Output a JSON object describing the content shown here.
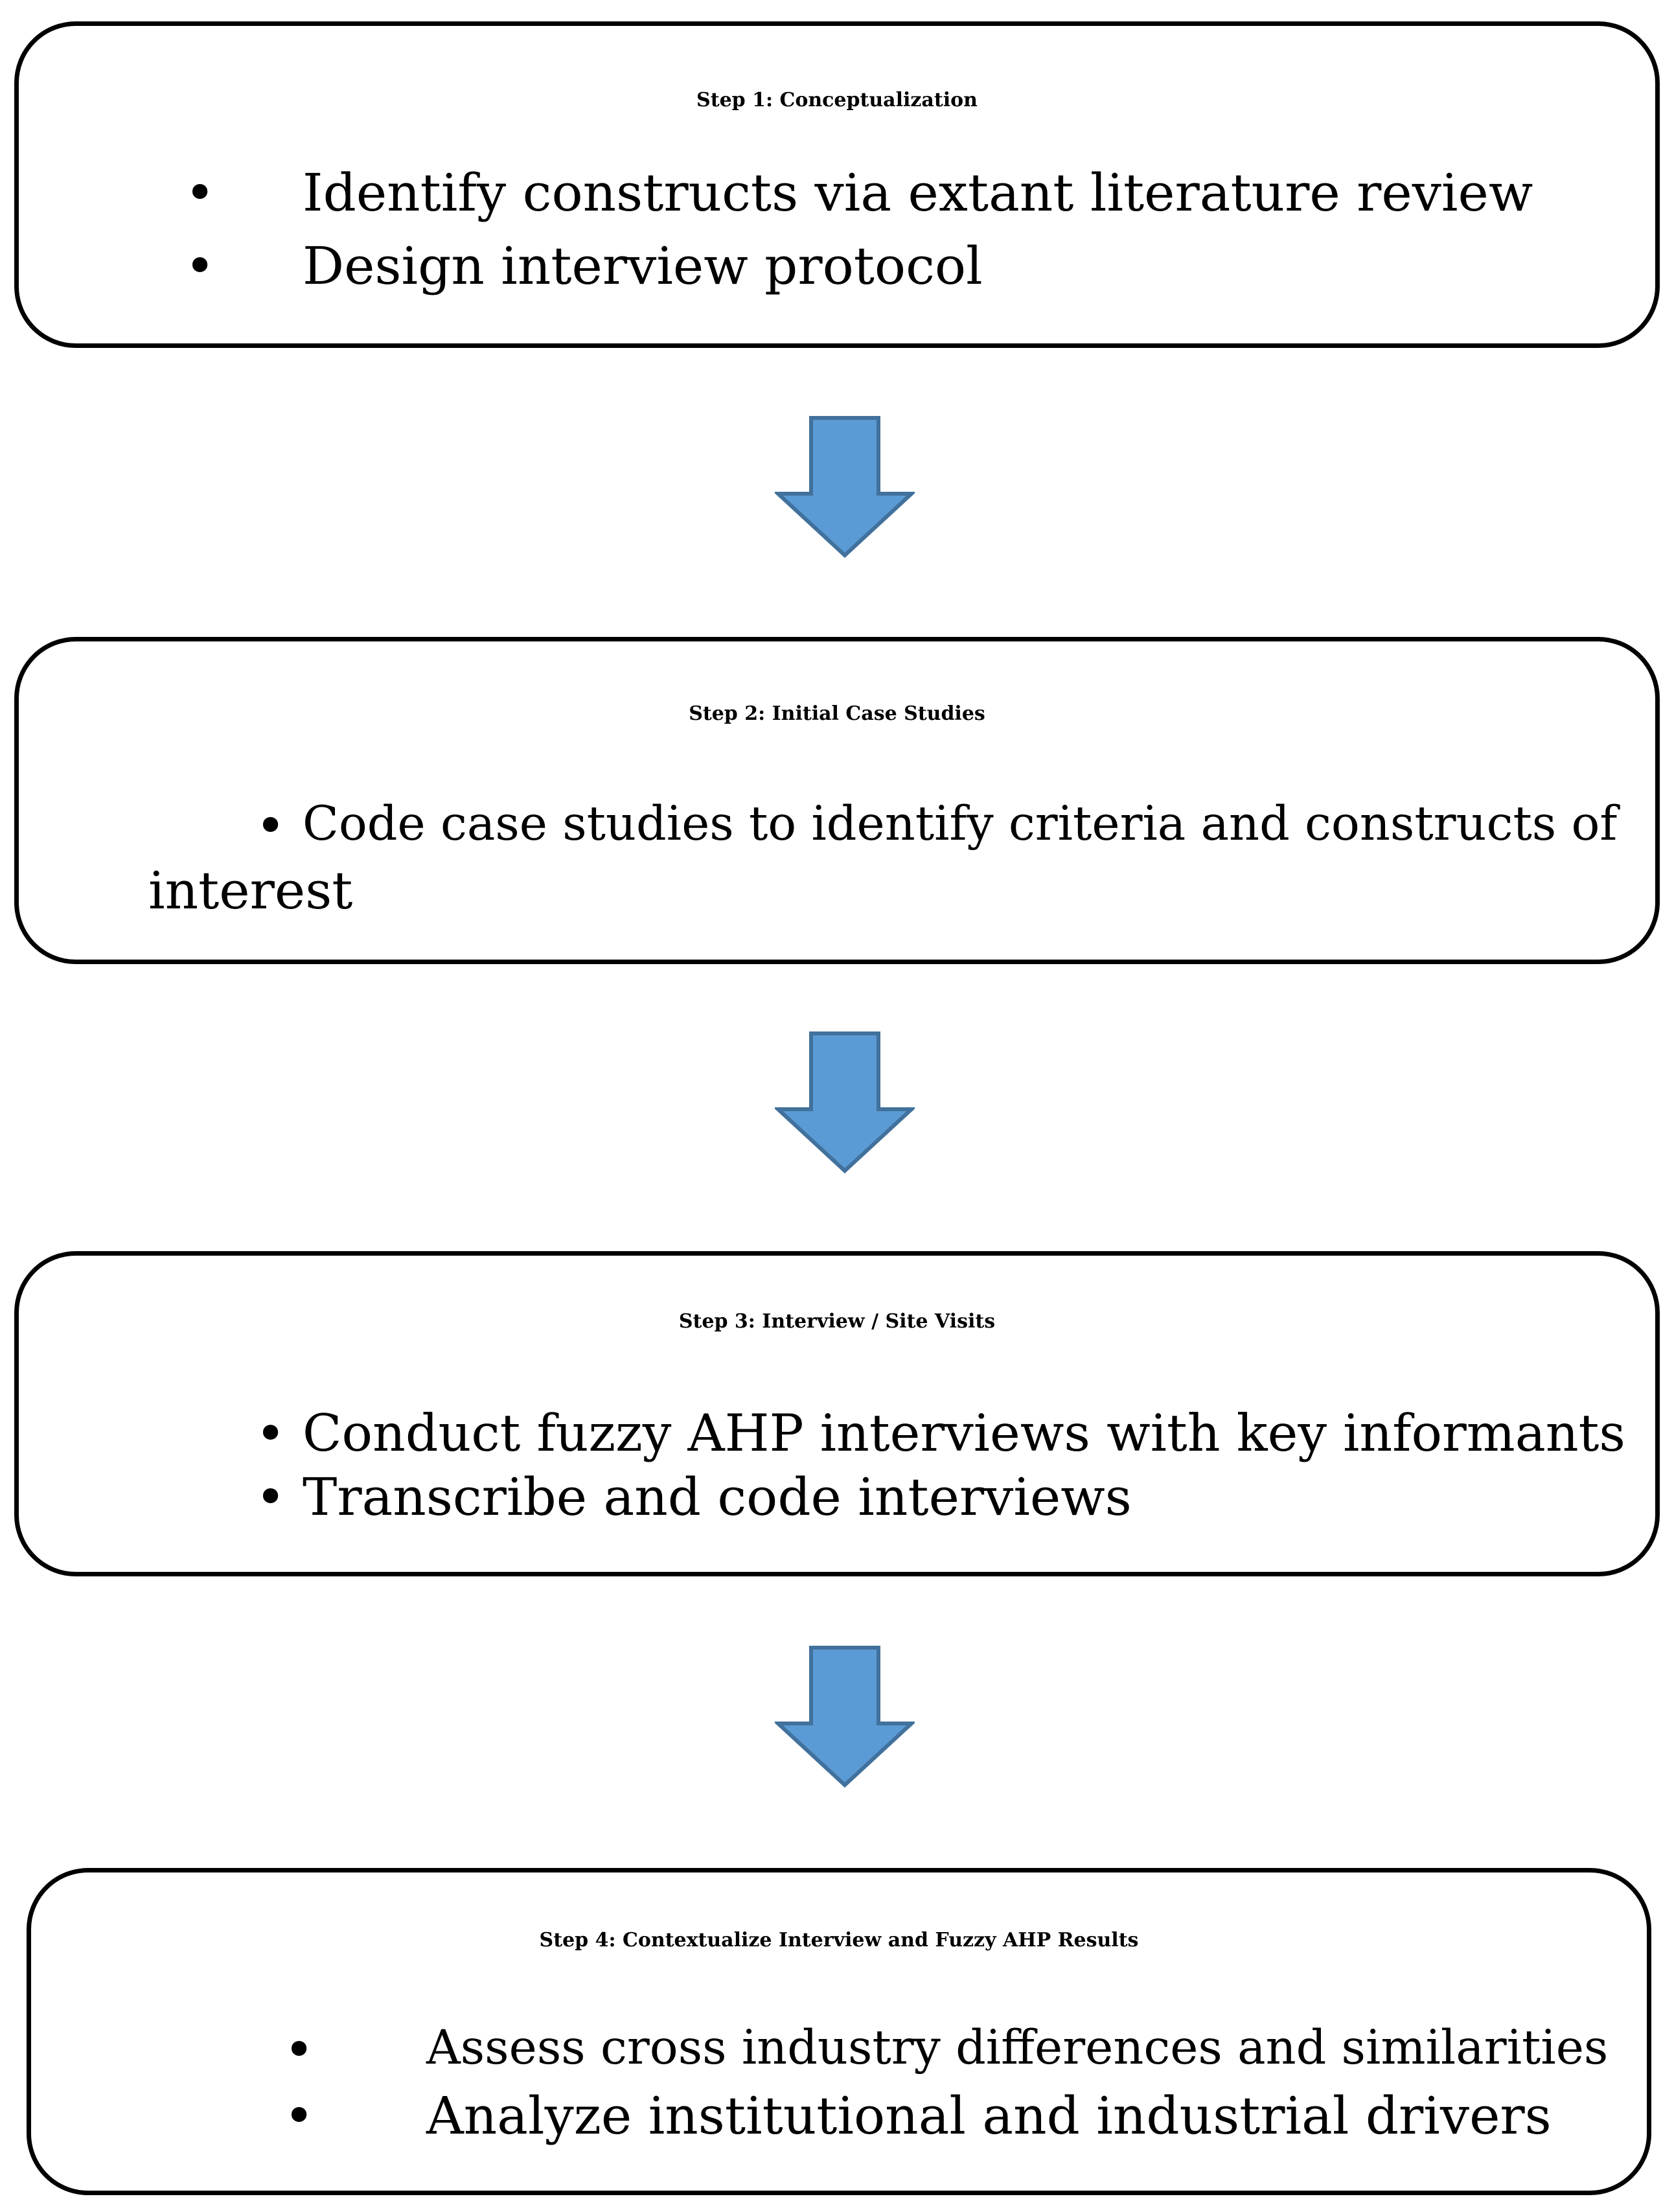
{
  "colors": {
    "arrow_fill": "#5B9BD5",
    "arrow_stroke": "#41719C",
    "box_border": "#000000"
  },
  "steps": [
    {
      "title": "Step 1: Conceptualization",
      "bullets": [
        "Identify constructs via extant literature review",
        "Design interview protocol"
      ]
    },
    {
      "title": "Step 2: Initial Case Studies",
      "bullets": [
        "Code case studies to identify criteria and constructs of",
        "interest"
      ]
    },
    {
      "title": "Step 3: Interview / Site Visits",
      "bullets": [
        "Conduct fuzzy AHP interviews with key informants",
        "Transcribe and code interviews"
      ]
    },
    {
      "title": "Step 4: Contextualize Interview and Fuzzy AHP Results",
      "bullets": [
        "Assess cross industry differences and similarities",
        "Analyze institutional and industrial drivers"
      ]
    }
  ],
  "bullet_symbol": "•",
  "arrow_icon": "down-arrow-icon"
}
